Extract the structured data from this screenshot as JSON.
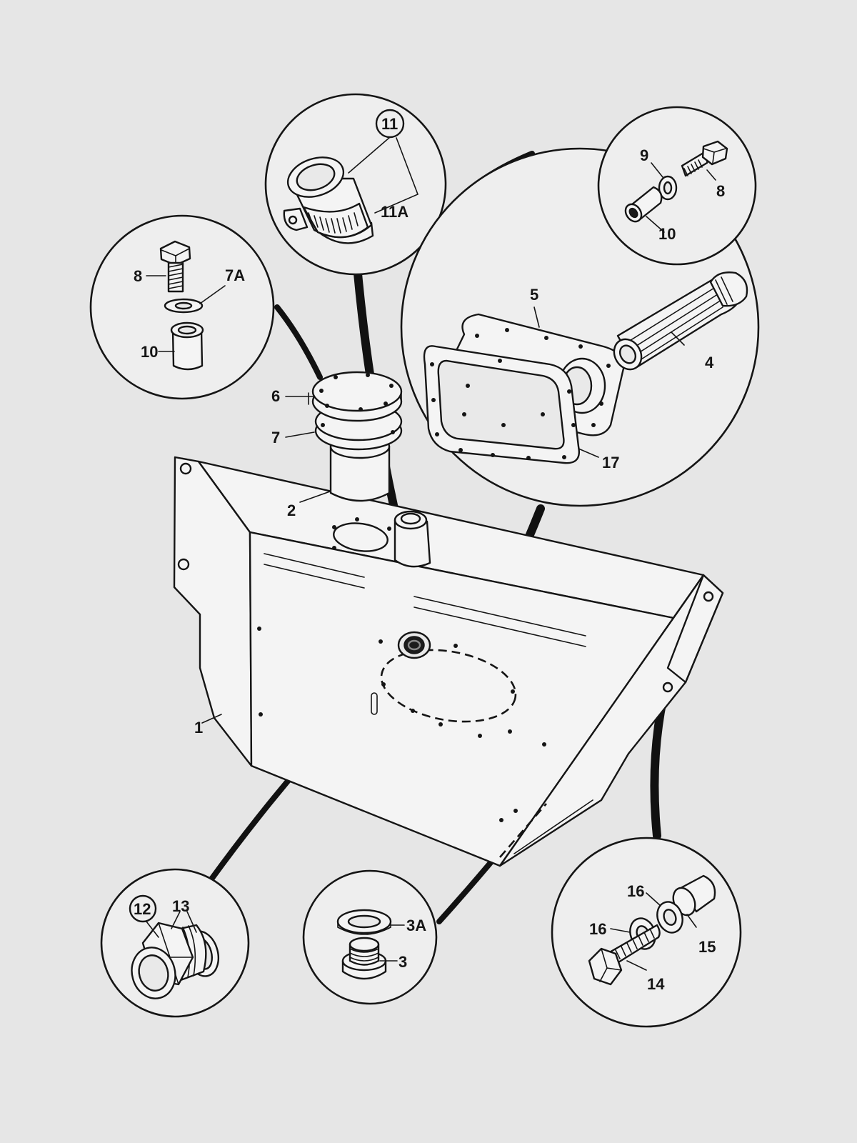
{
  "diagram": {
    "callouts": {
      "c1": "1",
      "c2": "2",
      "c3": "3",
      "c3a": "3A",
      "c4": "4",
      "c5": "5",
      "c6": "6",
      "c7": "7",
      "c7a": "7A",
      "c8_left": "8",
      "c8_right": "8",
      "c9": "9",
      "c10_left": "10",
      "c10_right": "10",
      "c11": "11",
      "c11a": "11A",
      "c12": "12",
      "c13": "13",
      "c14": "14",
      "c15": "15",
      "c16_a": "16",
      "c16_b": "16",
      "c17": "17"
    }
  }
}
